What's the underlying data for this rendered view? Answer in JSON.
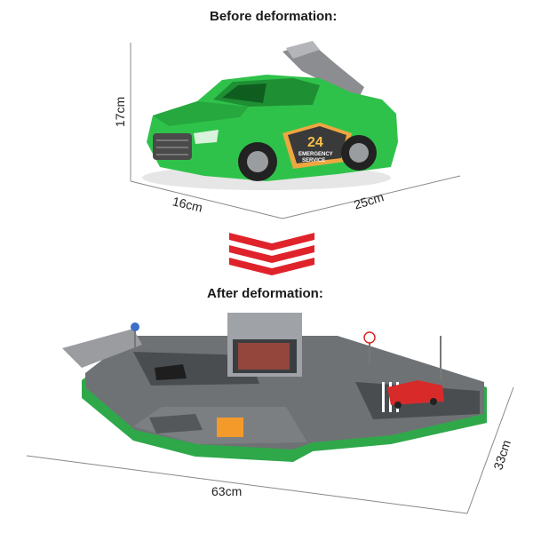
{
  "headings": {
    "before": "Before deformation:",
    "after": "After deformation:"
  },
  "car": {
    "badge_number": "24",
    "badge_line1": "EMERGENCY",
    "badge_line2": "SERVICE"
  },
  "dimensions_before": {
    "height": "17cm",
    "width": "16cm",
    "length": "25cm"
  },
  "dimensions_after": {
    "length": "63cm",
    "width": "33cm"
  },
  "colors": {
    "car_body": "#2fc24a",
    "arrow": "#e0232b",
    "playset_gray": "#6f7275",
    "playset_green": "#2fa84a"
  }
}
